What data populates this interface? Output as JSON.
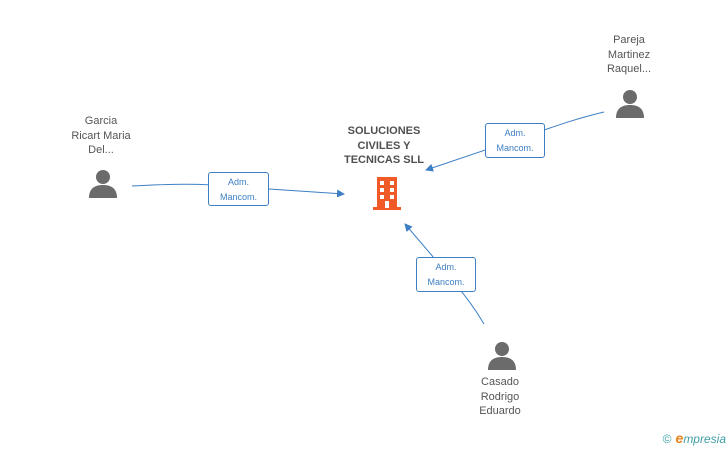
{
  "company": {
    "name": "SOLUCIONES\nCIVILES Y\nTECNICAS SLL",
    "icon": "building-icon",
    "color": "#f05a28"
  },
  "persons": [
    {
      "id": "garcia",
      "name": "Garcia\nRicart Maria\nDel...",
      "icon": "person-icon"
    },
    {
      "id": "pareja",
      "name": "Pareja\nMartinez\nRaquel...",
      "icon": "person-icon"
    },
    {
      "id": "casado",
      "name": "Casado\nRodrigo\nEduardo",
      "icon": "person-icon"
    }
  ],
  "relations": [
    {
      "from": "garcia",
      "label": "Adm.\nMancom."
    },
    {
      "from": "pareja",
      "label": "Adm.\nMancom."
    },
    {
      "from": "casado",
      "label": "Adm.\nMancom."
    }
  ],
  "footer": {
    "copyright": "©",
    "brand_first": "e",
    "brand_rest": "mpresia"
  },
  "colors": {
    "edge": "#3d7fc4",
    "person": "#6b6b6b",
    "company": "#f05a28"
  }
}
